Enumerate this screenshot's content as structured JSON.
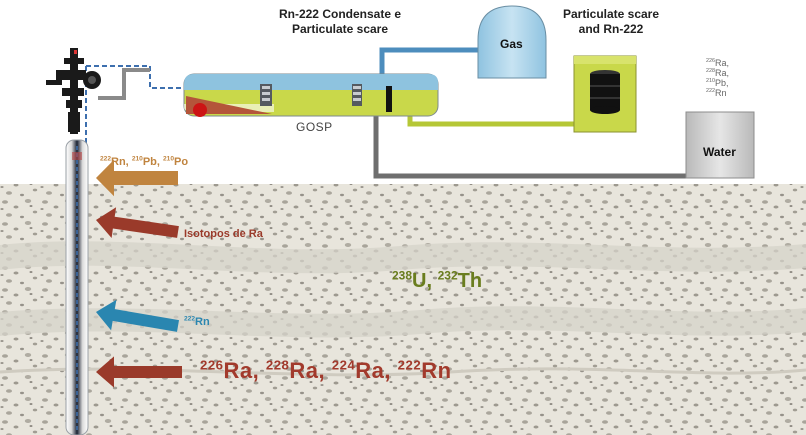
{
  "labels": {
    "condensate": [
      "Rn-222 Condensate e",
      "Particulate scare"
    ],
    "gas": "Gas",
    "particulate": [
      "Particulate scare",
      "and Rn-222"
    ],
    "gosp": "GOSP",
    "water": "Water"
  },
  "water_isotopes": [
    {
      "mass": "226",
      "el": "Ra,"
    },
    {
      "mass": "228",
      "el": "Ra,"
    },
    {
      "mass": "210",
      "el": "Pb,"
    },
    {
      "mass": "222",
      "el": "Rn"
    }
  ],
  "arrows": [
    {
      "id": "rn-pb-po",
      "color": "#c0843f",
      "text": "",
      "isotopes": [
        {
          "mass": "222",
          "el": "Rn,"
        },
        {
          "mass": "210",
          "el": "Pb,"
        },
        {
          "mass": "210",
          "el": "Po"
        }
      ]
    },
    {
      "id": "isotopos-ra",
      "color": "#9a3a2a",
      "text": "Isotopos de Ra",
      "isotopes": []
    },
    {
      "id": "rn-222",
      "color": "#2a86b0",
      "text": "",
      "isotopes": [
        {
          "mass": "222",
          "el": "Rn"
        }
      ]
    },
    {
      "id": "ra-rn",
      "color": "#9a3a2a",
      "text": "",
      "isotopes": [
        {
          "mass": "226",
          "el": "Ra,"
        },
        {
          "mass": "228",
          "el": "Ra,"
        },
        {
          "mass": "224",
          "el": "Ra,"
        },
        {
          "mass": "222",
          "el": "Rn"
        }
      ]
    }
  ],
  "source_isotopes": [
    {
      "mass": "238",
      "el": "U,"
    },
    {
      "mass": "232",
      "el": "Th"
    }
  ],
  "colors": {
    "pipe_blue": "#4d8dbd",
    "pipe_gray": "#6f6f6f",
    "pipe_yellow": "#b5c736",
    "gas_tank": "#a9d3ea",
    "separator_top": "#8ec3df",
    "separator_mid": "#c9d84a",
    "sediment": "#b4553a",
    "ground": "#e9e6de",
    "arrow_brown": "#9a3a2a",
    "arrow_tan": "#c0843f",
    "arrow_blue": "#2a86b0"
  }
}
